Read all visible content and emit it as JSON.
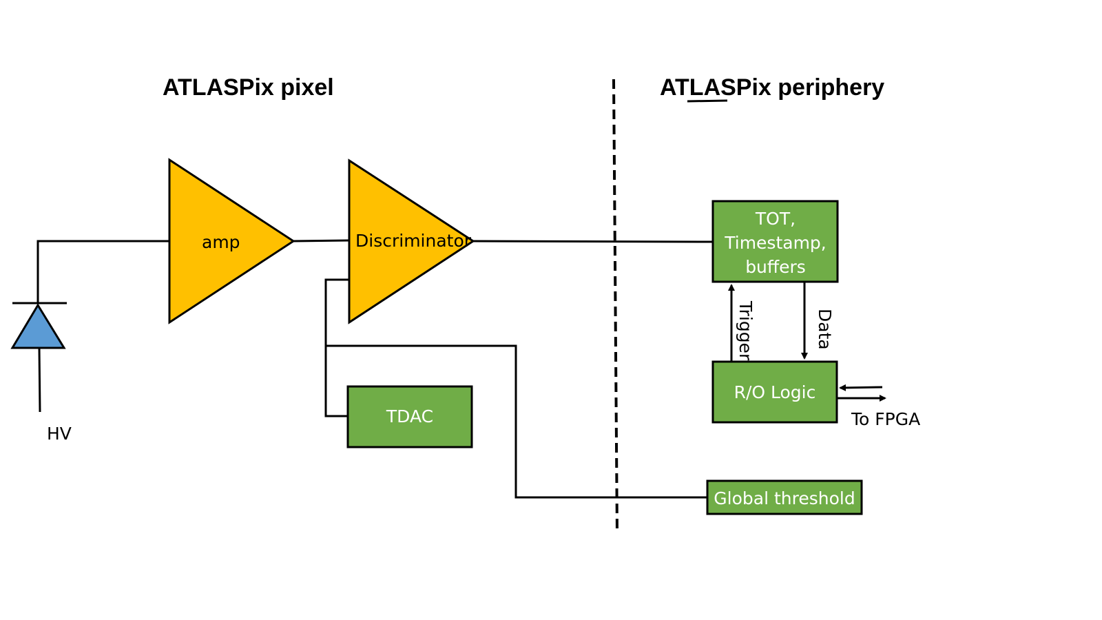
{
  "titles": {
    "pixel": "ATLASPix pixel",
    "periphery": "ATLASPix periphery"
  },
  "blocks": {
    "amp": "amp",
    "discriminator": "Discriminator",
    "tdac": "TDAC",
    "tot_line1": "TOT,",
    "tot_line2": "Timestamp,",
    "tot_line3": "buffers",
    "ro_logic": "R/O Logic",
    "global_threshold": "Global threshold"
  },
  "labels": {
    "hv": "HV",
    "trigger": "Trigger",
    "data": "Data",
    "to_fpga": "To FPGA"
  },
  "colors": {
    "amplifier_fill": "#ffc000",
    "block_fill": "#70ad47",
    "diode_fill": "#5b9bd5",
    "line": "#000000"
  }
}
